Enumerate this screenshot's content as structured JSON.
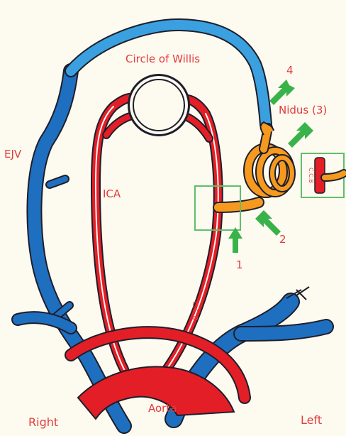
{
  "labels": {
    "circle_of_willis": "Circle of Willis",
    "ejv": "EJV",
    "ica": "ICA",
    "ccb_vertical": "C.C.B",
    "ccb_inset": "C.C.B",
    "nidus": "Nidus (3)",
    "arrow_1": "1",
    "arrow_2": "2",
    "arrow_4": "4",
    "aorta": "Aorta",
    "right": "Right",
    "left": "Left"
  },
  "colors": {
    "background": "#fdfaf0",
    "artery": "#e41e26",
    "vein": "#1e6fc0",
    "vein_light": "#3aa0e0",
    "nidus": "#f59a1f",
    "arrow": "#3ab24a",
    "label": "#e23c3c",
    "box": "#5fbf6a"
  }
}
